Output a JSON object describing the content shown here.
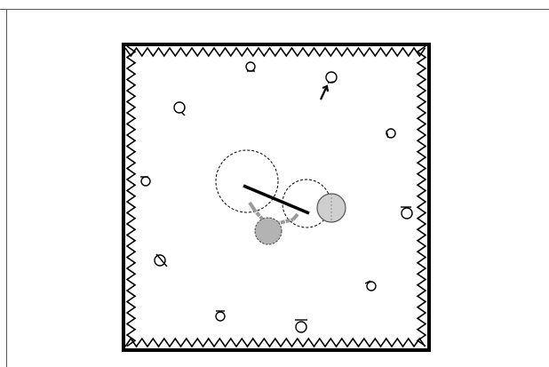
{
  "scene": {
    "frame_color": "#000000",
    "arena": {
      "border_color": "#000000",
      "spike_color": "#000000",
      "fill": "#ffffff"
    },
    "targets": [
      {
        "id": "t1"
      },
      {
        "id": "t2"
      },
      {
        "id": "t3"
      },
      {
        "id": "t4"
      },
      {
        "id": "t5"
      },
      {
        "id": "t6"
      },
      {
        "id": "t7"
      },
      {
        "id": "t8"
      },
      {
        "id": "t9"
      },
      {
        "id": "t10"
      },
      {
        "id": "t11"
      },
      {
        "id": "t12"
      }
    ],
    "agent": {
      "fill": "#b3b3b3",
      "stroke": "#444444",
      "arm_color": "#9a9a9a"
    },
    "ball": {
      "fill": "#cfcfcf",
      "stroke": "#555555"
    },
    "paddle": {
      "color": "#000000"
    },
    "pointer": {
      "icon": "arrow-icon",
      "color": "#000000"
    },
    "range_circles": {
      "color": "#000000",
      "style": "dashed"
    }
  }
}
